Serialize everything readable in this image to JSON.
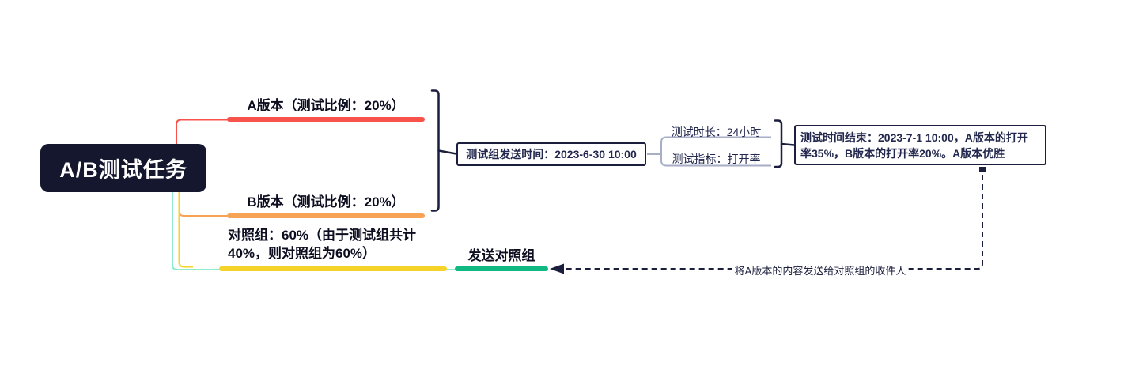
{
  "root": {
    "label": "A/B测试任务"
  },
  "branches": {
    "version_a": {
      "label": "A版本（测试比例：20%）"
    },
    "version_b": {
      "label": "B版本（测试比例：20%）"
    },
    "control_group": {
      "line1": "对照组：60%（由于测试组共计",
      "line2": "40%，则对照组为60%）"
    },
    "send_control_group": {
      "label": "发送对照组"
    }
  },
  "boxes": {
    "send_time": {
      "label": "测试组发送时间：2023-6-30 10:00"
    },
    "result": {
      "line1": "测试时间结束：2023-7-1 10:00，A版本的打开",
      "line2": "率35%，B版本的打开率20%。A版本优胜"
    }
  },
  "metrics": {
    "duration": {
      "label": "测试时长：24小时"
    },
    "indicator": {
      "label": "测试指标：打开率"
    }
  },
  "relationship": {
    "label": "将A版本的内容发送给对照组的收件人"
  },
  "colors": {
    "navy": "#1B1F3D",
    "navy-fill": "#14172E",
    "ink": "#0C0E20",
    "box-text": "#23284E",
    "red": "#F8534B",
    "orange": "#F7A355",
    "yellow": "#F5D329",
    "green": "#10B981",
    "mint": "#8FEDCB",
    "gray": "#A7AEC6"
  }
}
